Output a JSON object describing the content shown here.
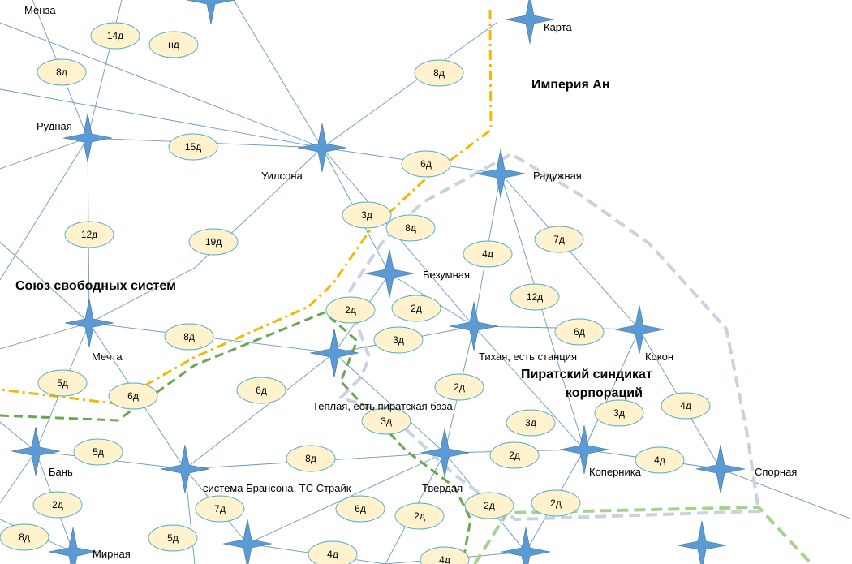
{
  "regions": {
    "empire": "Империя Ан",
    "union": "Союз свободных систем",
    "pirates_line1": "Пиратский синдикат",
    "pirates_line2": "корпораций"
  },
  "systems": {
    "menza": "Менза",
    "karta": "Карта",
    "rudnaya": "Рудная",
    "wilson": "Уилсона",
    "raduzhnaya": "Радужная",
    "bezumnaya": "Безумная",
    "mechta": "Мечта",
    "tikhaya": "Тихая, есть станция",
    "kokon": "Кокон",
    "teplaya": "Теплая, есть пиратская база",
    "ban": "Бань",
    "branson": "система Брансона. ТС Страйк",
    "tverdaya": "Твердая",
    "kopernika": "Коперника",
    "spornaya": "Спорная",
    "mirnaya": "Мирная"
  },
  "routes": [
    "14д",
    "нд",
    "8д",
    "8д",
    "15д",
    "6д",
    "3д",
    "8д",
    "12д",
    "19д",
    "4д",
    "7д",
    "2д",
    "2д",
    "12д",
    "3д",
    "8д",
    "6д",
    "5д",
    "6д",
    "2д",
    "6д",
    "4д",
    "3д",
    "3д",
    "3д",
    "5д",
    "8д",
    "2д",
    "2д",
    "4д",
    "2д",
    "2д",
    "7д",
    "6д",
    "2д",
    "8д",
    "5д",
    "4д",
    "4д"
  ],
  "colors": {
    "star": "#5b9bd5",
    "edge": "#6b97bd",
    "label_fill": "#fff2cc",
    "label_border": "#4bacc6",
    "border_empire": "#f5b800",
    "border_union": "#6aa84f",
    "border_pirates": "#c8d3de",
    "border_south": "#a9d18e"
  }
}
